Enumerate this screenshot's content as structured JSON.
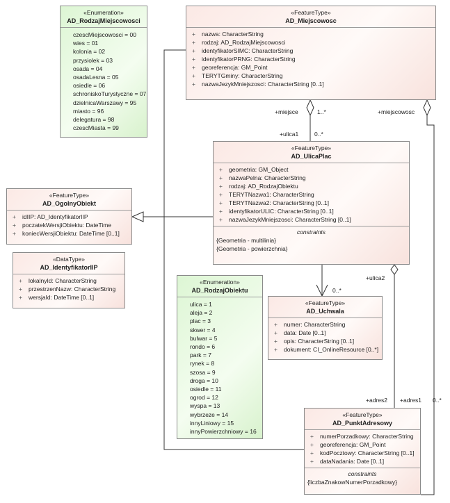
{
  "classes": {
    "rodzaj_miejscowosci": {
      "stereotype": "«Enumeration»",
      "name": "AD_RodzajMiejscowosci",
      "literals": [
        "czescMiejscowosci = 00",
        "wies = 01",
        "kolonia = 02",
        "przysiolek = 03",
        "osada = 04",
        "osadaLesna = 05",
        "osiedle = 06",
        "schroniskoTurystyczne = 07",
        "dzielnicaWarszawy = 95",
        "miasto = 96",
        "delegatura = 98",
        "czescMiasta = 99"
      ]
    },
    "miejscowosc": {
      "stereotype": "«FeatureType»",
      "name": "AD_Miejscowosc",
      "attributes": [
        "nazwa: CharacterString",
        "rodzaj: AD_RodzajMiejscowosci",
        "identyfikatorSIMC: CharacterString",
        "identyfikatorPRNG: CharacterString",
        "georeferencja: GM_Point",
        "TERYTGminy: CharacterString",
        "nazwaJezykMniejszosci: CharacterString [0..1]"
      ]
    },
    "ulica_plac": {
      "stereotype": "«FeatureType»",
      "name": "AD_UlicaPlac",
      "attributes": [
        "geometria: GM_Object",
        "nazwaPelna: CharacterString",
        "rodzaj: AD_RodzajObiektu",
        "TERYTNazwa1: CharacterString",
        "TERYTNazwa2: CharacterString [0..1]",
        "identyfikatorULIC: CharacterString [0..1]",
        "nazwaJezykMniejszosci: CharacterString [0..1]"
      ],
      "constraints_title": "constraints",
      "constraints": [
        "{Geometria - multilinia}",
        "{Geometria - powierzchnia}"
      ]
    },
    "ogolny_obiekt": {
      "stereotype": "«FeatureType»",
      "name": "AD_OgolnyObiekt",
      "attributes": [
        "idIIP: AD_IdentyfikatorIIP",
        "poczatekWersjiObiektu: DateTime",
        "koniecWersjiObiektu: DateTime [0..1]"
      ]
    },
    "identyfikator_iip": {
      "stereotype": "«DataType»",
      "name": "AD_IdentyfikatorIIP",
      "attributes": [
        "lokalnyId: CharacterString",
        "przestrzenNazw: CharacterString",
        "wersjaId: DateTime [0..1]"
      ]
    },
    "rodzaj_obiektu": {
      "stereotype": "«Enumeration»",
      "name": "AD_RodzajObiektu",
      "literals": [
        "ulica = 1",
        "aleja = 2",
        "plac = 3",
        "skwer = 4",
        "bulwar = 5",
        "rondo = 6",
        "park = 7",
        "rynek = 8",
        "szosa = 9",
        "droga = 10",
        "osiedle = 11",
        "ogrod = 12",
        "wyspa = 13",
        "wybrzeze = 14",
        "innyLiniowy = 15",
        "innyPowierzchniowy = 16"
      ]
    },
    "uchwala": {
      "stereotype": "«FeatureType»",
      "name": "AD_Uchwala",
      "attributes": [
        "numer: CharacterString",
        "data: Date [0..1]",
        "opis: CharacterString [0..1]",
        "dokument: CI_OnlineResource [0..*]"
      ]
    },
    "punkt_adresowy": {
      "stereotype": "«FeatureType»",
      "name": "AD_PunktAdresowy",
      "attributes": [
        "numerPorzadkowy: CharacterString",
        "georeferencja: GM_Point",
        "kodPocztowy: CharacterString [0..1]",
        "dataNadania: Date [0..1]"
      ],
      "constraints_title": "constraints",
      "constraints": [
        "{liczbaZnakowNumerPorzadkowy}"
      ]
    }
  },
  "associations": {
    "miejsce_role": "+miejsce",
    "miejsce_mult": "1..*",
    "ulica1_role": "+ulica1",
    "ulica1_mult": "0..*",
    "miejscowosc_role": "+miejscowosc",
    "uchwala_mult": "0..*",
    "ulica2_role": "+ulica2",
    "adres2_role": "+adres2",
    "adres1_role": "+adres1",
    "adres1_mult": "0..*"
  },
  "attribute_marker": "+"
}
